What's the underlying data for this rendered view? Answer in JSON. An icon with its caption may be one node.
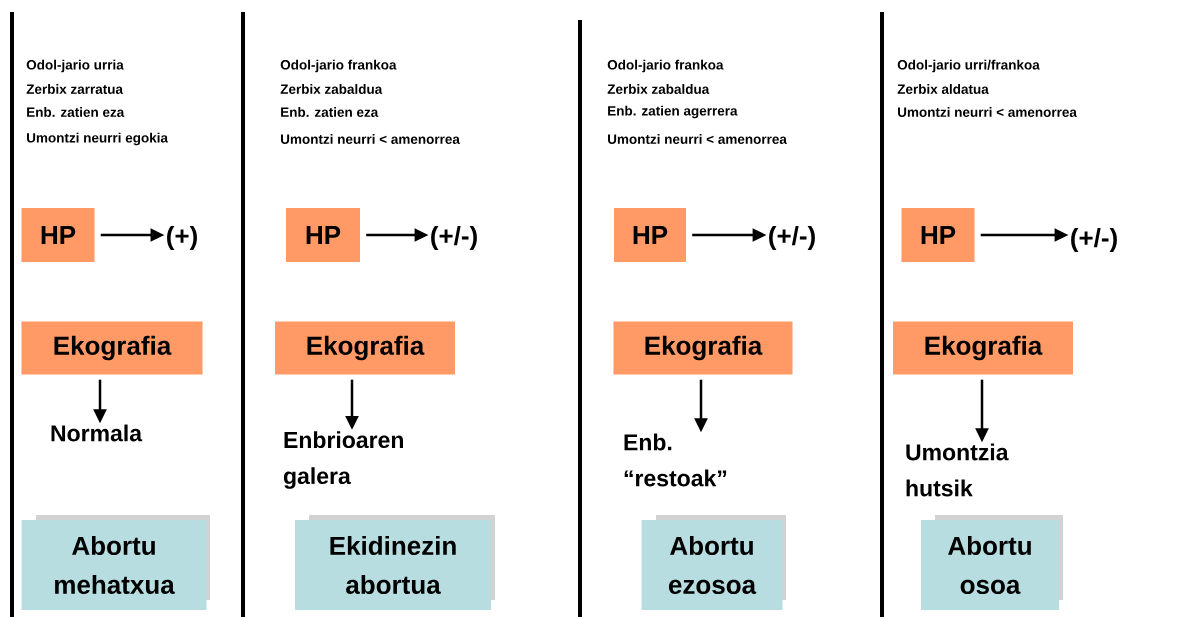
{
  "diagram": {
    "nodes": [
      {
        "text": [
          "HP"
        ]
      },
      {
        "text": [
          "(+)"
        ]
      },
      {
        "text": [
          "Ekografia"
        ]
      },
      {
        "text": [
          "Normala"
        ]
      },
      {
        "text": [
          "Abortu mehatxua"
        ]
      },
      {
        "text": [
          "HP"
        ]
      },
      {
        "text": [
          "(+/-)"
        ]
      },
      {
        "text": [
          "Ekografia"
        ]
      },
      {
        "text": [
          "Enbrioaren galera"
        ]
      },
      {
        "text": [
          "Ekidinezin abortua"
        ]
      },
      {
        "text": [
          "HP"
        ]
      },
      {
        "text": [
          "(+/-)"
        ]
      },
      {
        "text": [
          "Ekografia"
        ]
      },
      {
        "text": [
          "Enb. “restoak”"
        ]
      },
      {
        "text": [
          "Abortu ezosoa"
        ]
      },
      {
        "text": [
          "HP"
        ]
      },
      {
        "text": [
          "(+/-)"
        ]
      },
      {
        "text": [
          "Ekografia"
        ]
      },
      {
        "text": [
          "Umontzia hutsik"
        ]
      },
      {
        "text": [
          "Abortu osoa"
        ]
      }
    ],
    "edges": [
      {
        "from": 0,
        "to": 1,
        "arrow": "to"
      },
      {
        "from": 2,
        "to": 3,
        "arrow": "to"
      },
      {
        "from": 5,
        "to": 6,
        "arrow": "to"
      },
      {
        "from": 7,
        "to": 8,
        "arrow": "to"
      },
      {
        "from": 10,
        "to": 11,
        "arrow": "to"
      },
      {
        "from": 12,
        "to": 13,
        "arrow": "to"
      },
      {
        "from": 15,
        "to": 16,
        "arrow": "to"
      },
      {
        "from": 17,
        "to": 18,
        "arrow": "to"
      }
    ],
    "labels": [
      "Odol-jario urria",
      "Zerbix zarratua",
      "Enb. zatien eza",
      "Umontzi neurri egokia",
      "Odol-jario frankoa",
      "Zerbix zabaldua",
      "Enb. zatien eza",
      "Umontzi neurri < amenorrea",
      "Odol-jario frankoa",
      "Zerbix zabaldua",
      "Enb. zatien agerrera",
      "Umontzi neurri < amenorrea",
      "Odol-jario urri/frankoa",
      "Zerbix aldatua",
      "Umontzi neurri < amenorrea"
    ]
  }
}
